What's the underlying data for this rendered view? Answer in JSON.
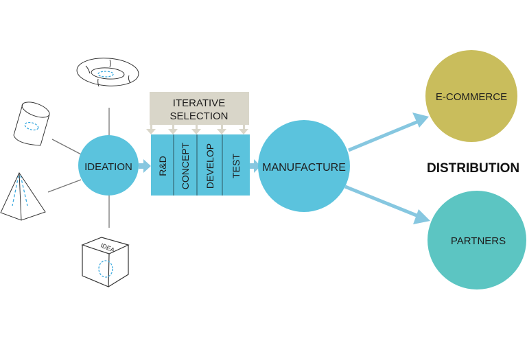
{
  "diagram": {
    "ideation_label": "IDEATION",
    "iterative_selection": [
      "ITERATIVE",
      "SELECTION"
    ],
    "stages": [
      "R&D",
      "CONCEPT",
      "DEVELOP",
      "TEST"
    ],
    "manufacture_label": "MANUFACTURE",
    "distribution_label": "DISTRIBUTION",
    "ecommerce_label": "E-COMMERCE",
    "partners_label": "PARTNERS",
    "cube_label": "IDEA"
  },
  "colors": {
    "blue": "#5bc3dd",
    "arrow_blue": "#86c7e0",
    "gray": "#d9d6c9",
    "olive": "#c9bd5c",
    "teal": "#5cc5c2",
    "line": "#555555",
    "dash": "#3ba9df"
  }
}
